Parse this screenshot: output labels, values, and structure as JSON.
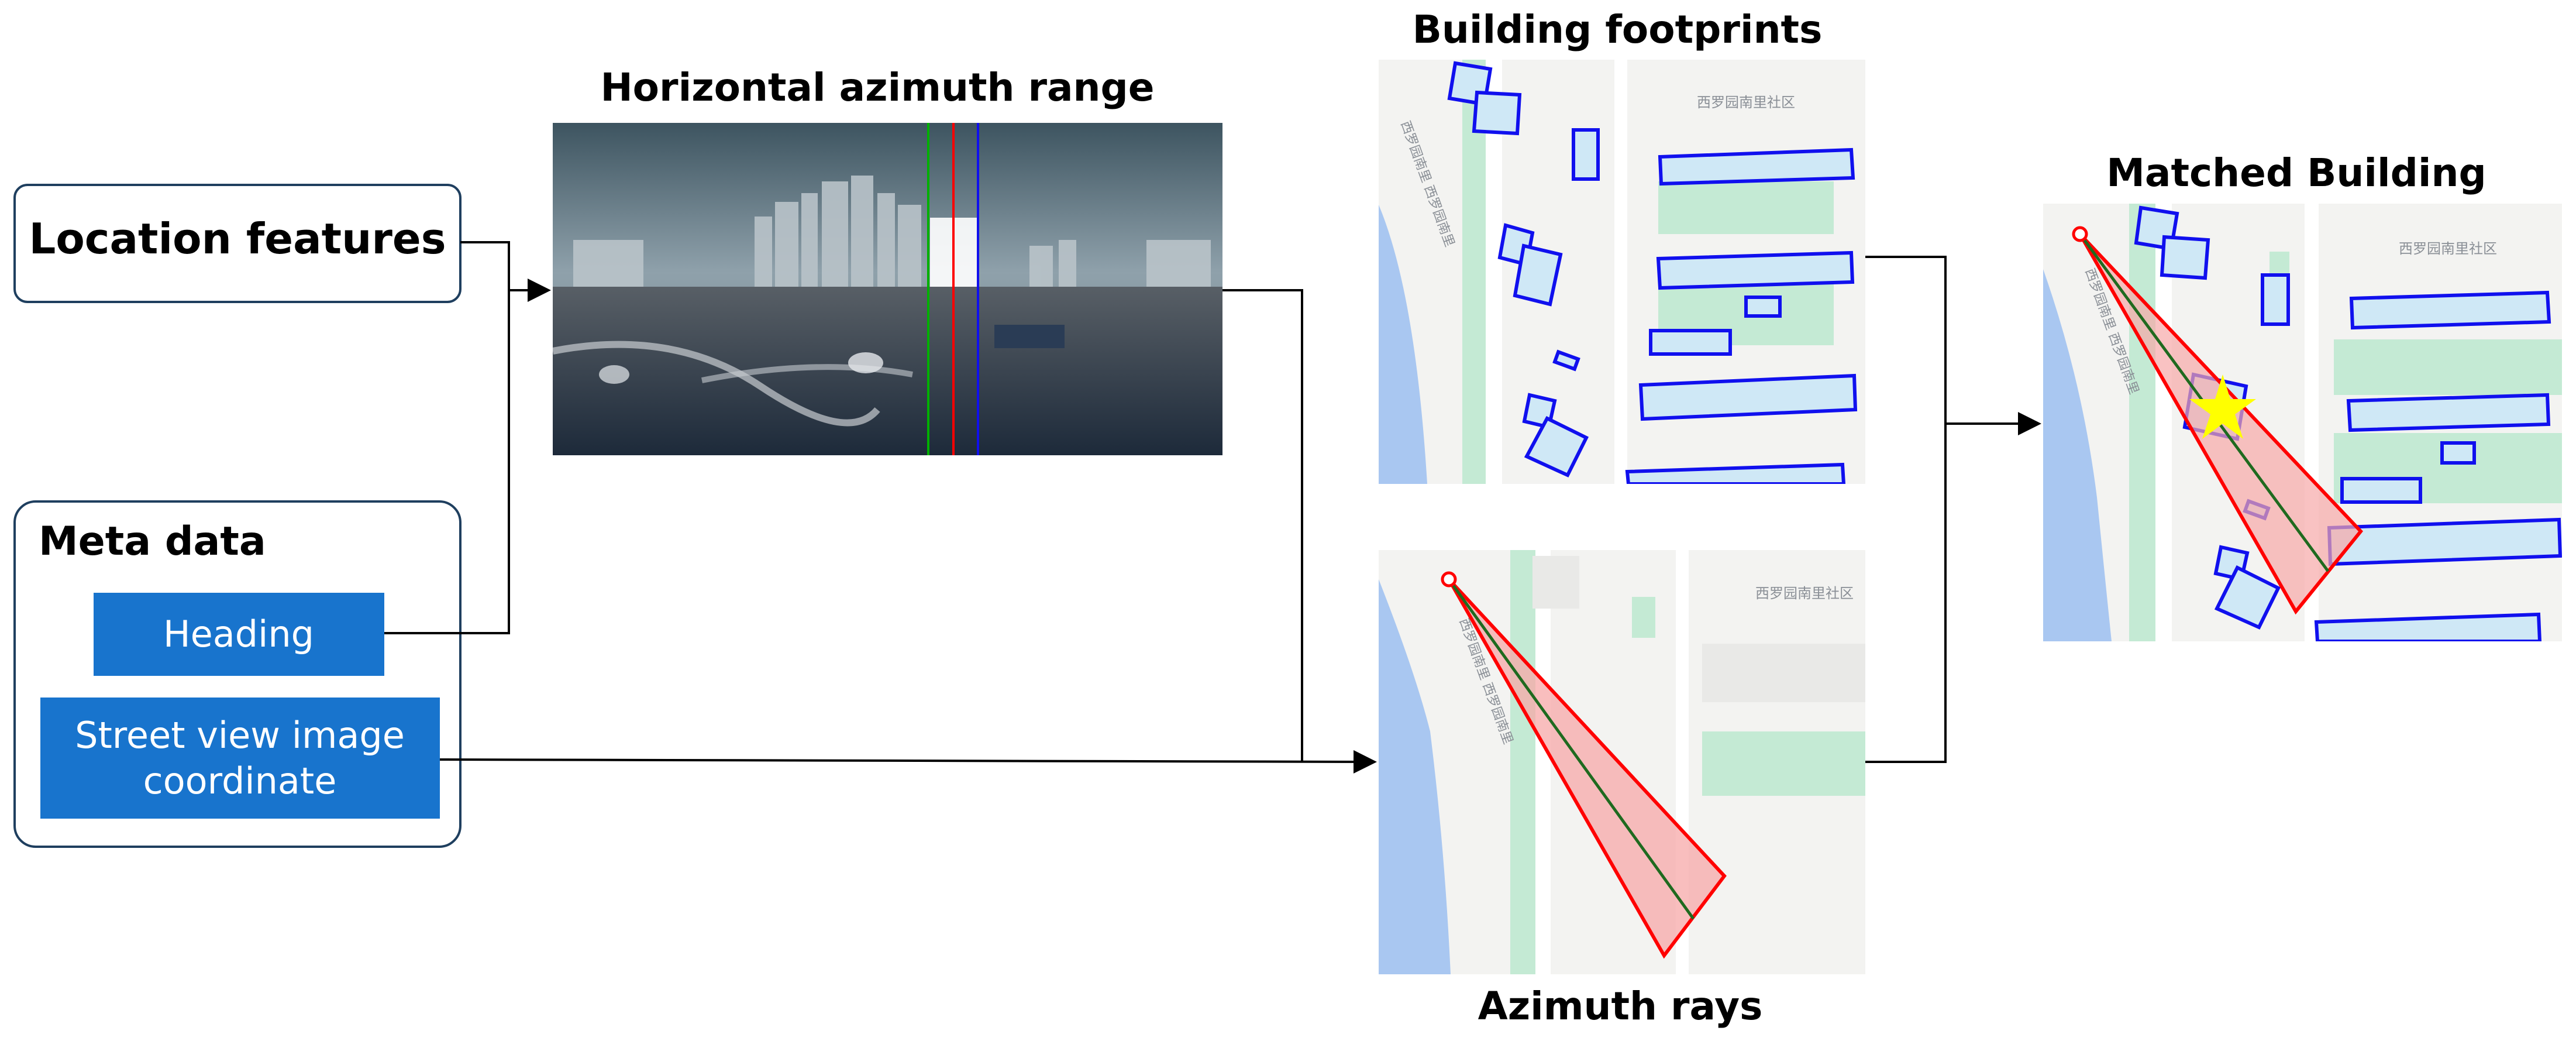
{
  "titles": {
    "azimuth_range": "Horizontal azimuth range",
    "footprints": "Building footprints",
    "matched": "Matched Building",
    "rays": "Azimuth rays"
  },
  "boxes": {
    "location_features": "Location features",
    "meta_data": "Meta data",
    "heading": "Heading",
    "coordinate_line1": "Street view image",
    "coordinate_line2": "coordinate"
  },
  "map_labels": {
    "district": "西罗园南里社区",
    "road": "西罗园南里 西罗园南里"
  },
  "colors": {
    "accent_blue": "#1874cd",
    "box_border": "#1f3f5f",
    "footprint_stroke": "#1010ee",
    "footprint_fill": "#cfe8f6",
    "ray_red": "#ff0000",
    "ray_fill": "#f7a8a8",
    "center_line": "#1f6a1f",
    "star": "#ffff00",
    "map_water": "#a9c7f1",
    "map_green": "#c4ead4",
    "map_bg": "#f3f3f1"
  }
}
